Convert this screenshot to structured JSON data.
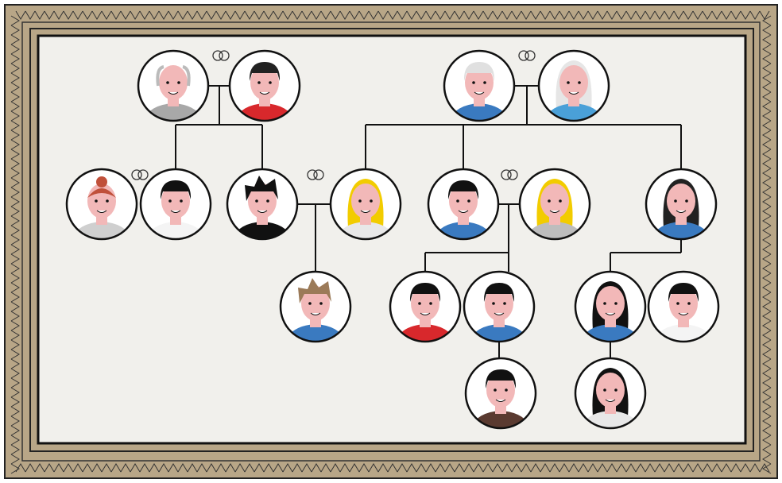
{
  "colors": {
    "frame": "#b8a687",
    "panel": "#f1f0ec",
    "line": "#111111",
    "skin": "#f2b8b8",
    "circle_fill": "#ffffff"
  },
  "people": [
    {
      "id": "grandfather-paternal",
      "hair": "#e8e8e8",
      "shirt": "#a8a8a8",
      "hair_style": "bald"
    },
    {
      "id": "grandmother-paternal",
      "hair": "#222222",
      "shirt": "#d8282c",
      "hair_style": "short"
    },
    {
      "id": "grandfather-maternal",
      "hair": "#e0e0e0",
      "shirt": "#3a7ac0",
      "hair_style": "short"
    },
    {
      "id": "grandmother-maternal",
      "hair": "#e6e6e6",
      "shirt": "#4aa0d8",
      "hair_style": "long"
    },
    {
      "id": "aunt",
      "hair": "#c0503a",
      "shirt": "#cfcfcf",
      "hair_style": "bun"
    },
    {
      "id": "uncle-by-marriage",
      "hair": "#111111",
      "shirt": "#f4f4f4",
      "hair_style": "short"
    },
    {
      "id": "father",
      "hair": "#111111",
      "shirt": "#111111",
      "hair_style": "spiky"
    },
    {
      "id": "mother",
      "hair": "#f2cc00",
      "shirt": "#e8e8e8",
      "hair_style": "long"
    },
    {
      "id": "uncle",
      "hair": "#111111",
      "shirt": "#3a7ac0",
      "hair_style": "short"
    },
    {
      "id": "aunt-by-marriage",
      "hair": "#f2cc00",
      "shirt": "#bdbdbd",
      "hair_style": "long"
    },
    {
      "id": "aunt-2",
      "hair": "#222222",
      "shirt": "#3a7ac0",
      "hair_style": "long"
    },
    {
      "id": "child",
      "hair": "#9b7a58",
      "shirt": "#3a7ac0",
      "hair_style": "spiky"
    },
    {
      "id": "cousin-1",
      "hair": "#111111",
      "shirt": "#d8282c",
      "hair_style": "short"
    },
    {
      "id": "cousin-2",
      "hair": "#111111",
      "shirt": "#3a7ac0",
      "hair_style": "short"
    },
    {
      "id": "cousin-3",
      "hair": "#111111",
      "shirt": "#3a7ac0",
      "hair_style": "long"
    },
    {
      "id": "cousin-4",
      "hair": "#111111",
      "shirt": "#f4f4f4",
      "hair_style": "short"
    },
    {
      "id": "second-cousin-1",
      "hair": "#111111",
      "shirt": "#5a3a30",
      "hair_style": "short"
    },
    {
      "id": "second-cousin-2",
      "hair": "#111111",
      "shirt": "#e8e8e8",
      "hair_style": "long"
    }
  ],
  "marriages": [
    [
      "grandfather-paternal",
      "grandmother-paternal"
    ],
    [
      "grandfather-maternal",
      "grandmother-maternal"
    ],
    [
      "aunt",
      "uncle-by-marriage"
    ],
    [
      "father",
      "mother"
    ],
    [
      "uncle",
      "aunt-by-marriage"
    ]
  ]
}
